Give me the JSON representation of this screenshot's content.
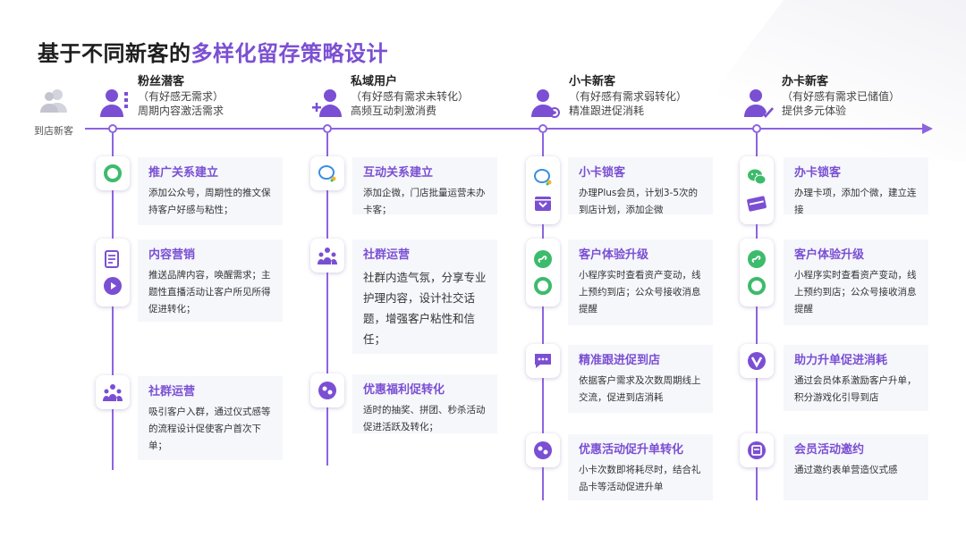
{
  "title": {
    "prefix": "基于不同新客的",
    "highlight": "多样化留存策略设计"
  },
  "start": {
    "label": "到店新客",
    "icon": "users-icon"
  },
  "stages": [
    {
      "name": "粉丝潜客",
      "sub1": "（有好感无需求）",
      "sub2": "周期内容激活需求",
      "icon": "user-dots-icon"
    },
    {
      "name": "私域用户",
      "sub1": "（有好感有需求未转化）",
      "sub2": "高频互动刺激消费",
      "icon": "user-plus-icon"
    },
    {
      "name": "小卡新客",
      "sub1": "（有好感有需求弱转化）",
      "sub2": "精准跟进促消耗",
      "icon": "user-gear-icon"
    },
    {
      "name": "办卡新客",
      "sub1": "（有好感有需求已储值）",
      "sub2": "提供多元体验",
      "icon": "user-check-icon"
    }
  ],
  "cards": {
    "c1": {
      "title": "推广关系建立",
      "desc": "添加公众号，周期性的推文保持客户好感与粘性；"
    },
    "c2": {
      "title": "内容营销",
      "desc": "推送品牌内容，唤醒需求；主题性直播活动让客户所见所得促进转化；"
    },
    "c3": {
      "title": "社群运营",
      "desc": "吸引客户入群，通过仪式感等的流程设计促使客户首次下单；"
    },
    "c4": {
      "title": "互动关系建立",
      "desc": "添加企微，门店批量运营未办卡客；"
    },
    "c5": {
      "title": "社群运营",
      "desc": "社群内造气氛，分享专业护理内容，设计社交话题，增强客户粘性和信任；"
    },
    "c6": {
      "title": "优惠福利促转化",
      "desc": "适时的抽奖、拼团、秒杀活动促进活跃及转化；"
    },
    "c7": {
      "title": "小卡锁客",
      "desc": "办理Plus会员，计划3-5次的到店计划，添加企微"
    },
    "c8": {
      "title": "客户体验升级",
      "desc": "小程序实时查看资产变动，线上预约到店；公众号接收消息提醒"
    },
    "c9": {
      "title": "精准跟进促到店",
      "desc": "依据客户需求及次数周期线上交流，促进到店消耗"
    },
    "c10": {
      "title": "优惠活动促升单转化",
      "desc": "小卡次数即将耗尽时，结合礼品卡等活动促进升单"
    },
    "c11": {
      "title": "办卡锁客",
      "desc": "办理卡项，添加个微，建立连接"
    },
    "c12": {
      "title": "客户体验升级",
      "desc": "小程序实时查看资产变动，线上预约到店；公众号接收消息提醒"
    },
    "c13": {
      "title": "助力升单促进消耗",
      "desc": "通过会员体系激励客户升单，积分游戏化引导到店"
    },
    "c14": {
      "title": "会员活动邀约",
      "desc": "通过邀约表单营造仪式感"
    }
  },
  "icons": {
    "c1": [
      "loop-icon"
    ],
    "c2": [
      "note-icon",
      "play-icon"
    ],
    "c3": [
      "community-icon"
    ],
    "c4": [
      "chat-icon"
    ],
    "c5": [
      "community-icon"
    ],
    "c6": [
      "discount-icon"
    ],
    "c7": [
      "chat-icon",
      "gift-icon"
    ],
    "c8": [
      "miniprogram-icon",
      "loop-icon"
    ],
    "c9": [
      "message-icon"
    ],
    "c10": [
      "discount-icon"
    ],
    "c11": [
      "wechat-icon",
      "card-icon"
    ],
    "c12": [
      "miniprogram-icon",
      "loop-icon"
    ],
    "c13": [
      "vip-icon"
    ],
    "c14": [
      "invite-icon"
    ]
  },
  "colors": {
    "accent": "#7b4fd3",
    "line": "#8e63e0",
    "green": "#3dbb6c",
    "card": "#f5f7fb"
  }
}
